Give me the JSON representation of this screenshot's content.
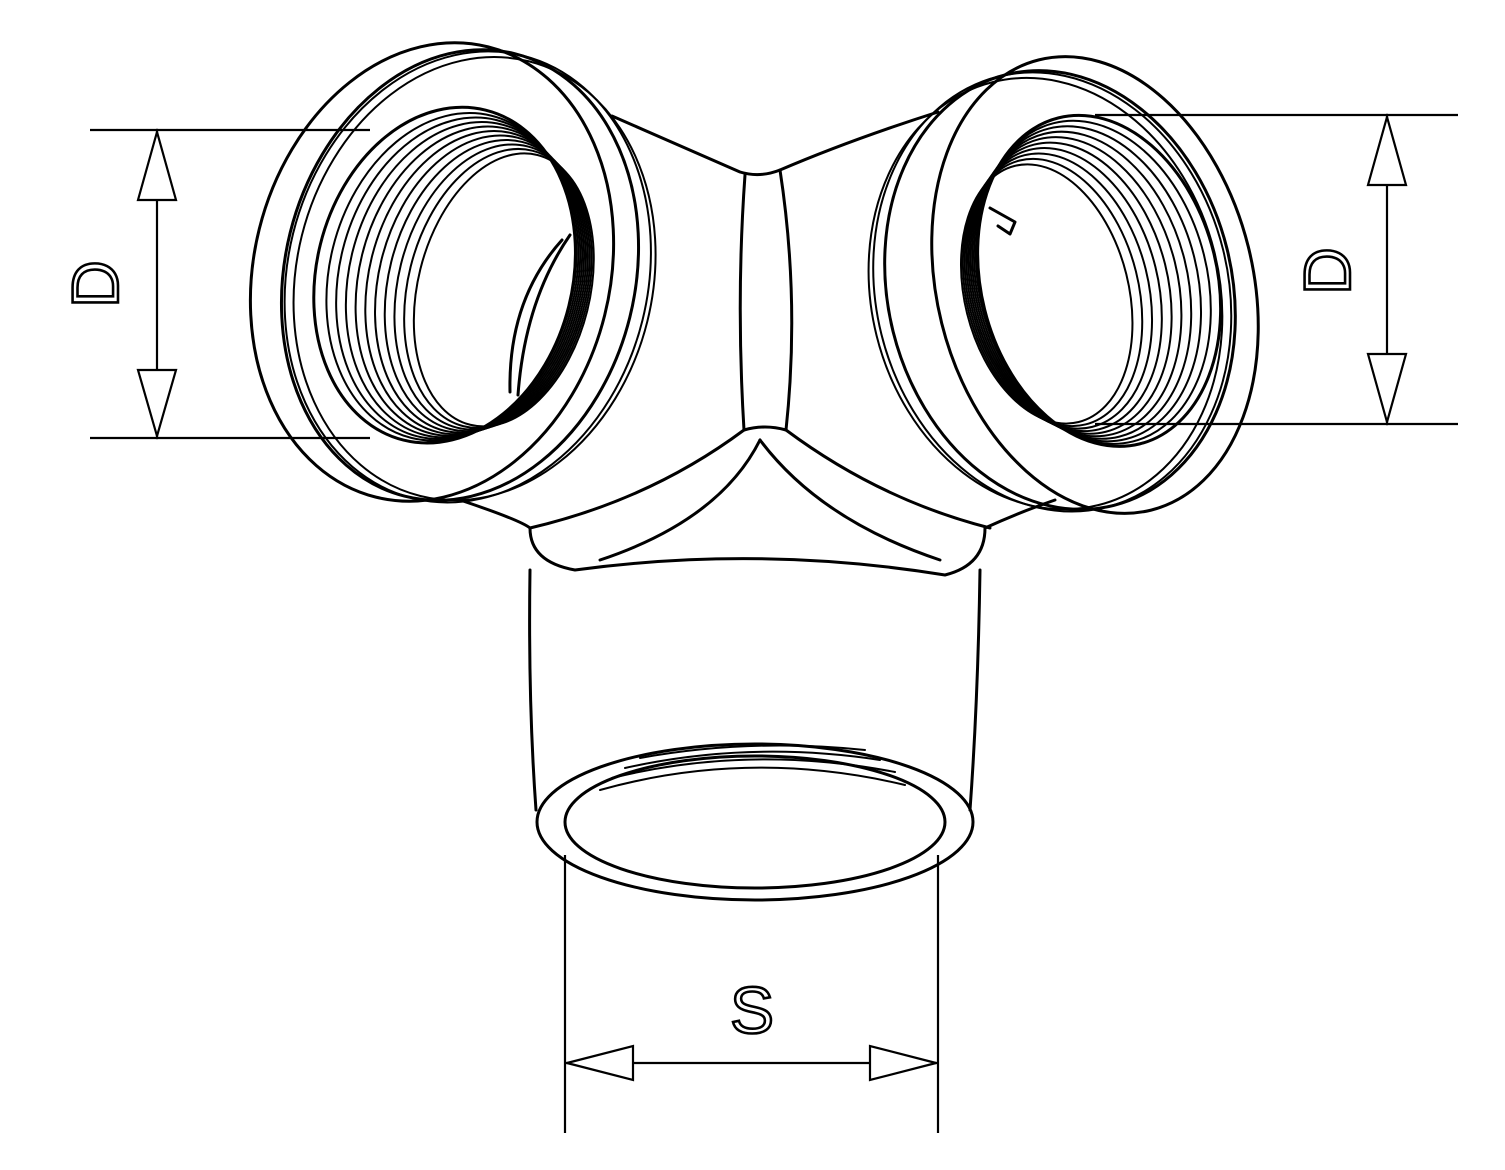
{
  "dimensions": {
    "left_diameter_label": "D",
    "right_diameter_label": "D",
    "bottom_width_label": "S"
  }
}
